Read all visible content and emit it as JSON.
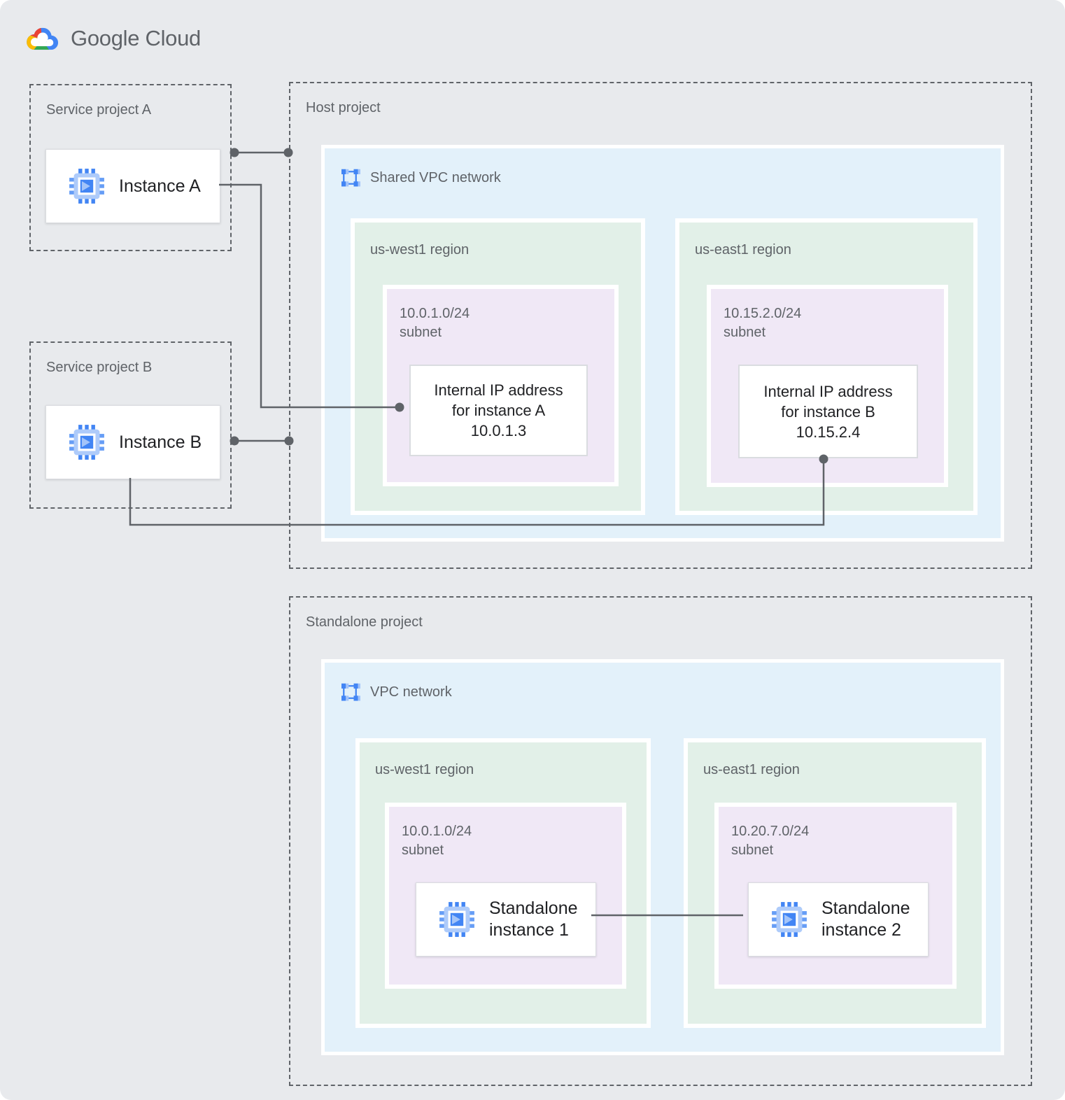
{
  "logo": {
    "text": "Google Cloud"
  },
  "colors": {
    "page_bg": "#E8EAED",
    "blue": "#E3F1FA",
    "green": "#E2F0E8",
    "purple": "#F0E8F6",
    "dash": "#606469",
    "label": "#5F6368",
    "ink": "#202124",
    "card_border": "#DADCE0",
    "connector": "#5F6368",
    "icon_blue": "#4285F4",
    "icon_blue_light": "#AECBFA"
  },
  "icons": {
    "logo": "google-cloud-icon",
    "instance": "compute-engine-icon",
    "network": "vpc-network-icon"
  },
  "service_project_a": {
    "title": "Service project A",
    "instance_label": "Instance A"
  },
  "service_project_b": {
    "title": "Service project B",
    "instance_label": "Instance B"
  },
  "host_project": {
    "title": "Host project",
    "network_label": "Shared VPC network",
    "regions": [
      {
        "label": "us-west1 region",
        "subnet_cidr": "10.0.1.0/24",
        "subnet_word": "subnet",
        "ip_line1": "Internal IP address",
        "ip_line2": "for instance A",
        "ip_line3": "10.0.1.3"
      },
      {
        "label": "us-east1 region",
        "subnet_cidr": "10.15.2.0/24",
        "subnet_word": "subnet",
        "ip_line1": "Internal IP address",
        "ip_line2": "for instance B",
        "ip_line3": "10.15.2.4"
      }
    ]
  },
  "standalone_project": {
    "title": "Standalone project",
    "network_label": "VPC network",
    "regions": [
      {
        "label": "us-west1 region",
        "subnet_cidr": "10.0.1.0/24",
        "subnet_word": "subnet",
        "instance_line1": "Standalone",
        "instance_line2": "instance 1"
      },
      {
        "label": "us-east1 region",
        "subnet_cidr": "10.20.7.0/24",
        "subnet_word": "subnet",
        "instance_line1": "Standalone",
        "instance_line2": "instance 2"
      }
    ]
  }
}
